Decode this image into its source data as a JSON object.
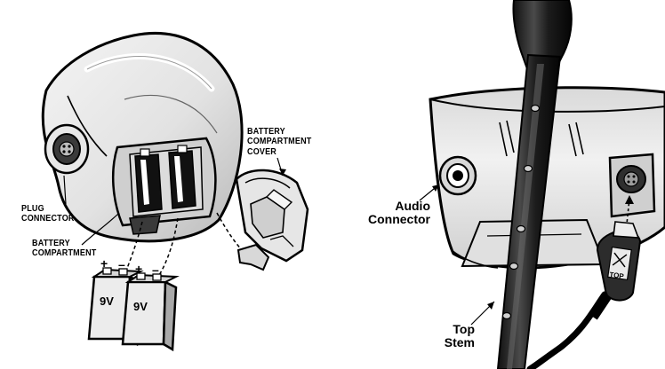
{
  "labels": {
    "plug_connector": [
      "PLUG",
      "CONNECTOR"
    ],
    "battery_compartment": [
      "BATTERY",
      "COMPARTMENT"
    ],
    "battery_compartment_cover": [
      "BATTERY",
      "COMPARTMENT",
      "COVER"
    ],
    "audio_connector": [
      "Audio",
      "Connector"
    ],
    "top_stem": [
      "Top",
      "Stem"
    ]
  },
  "battery_markings": {
    "plus": "+",
    "minus": "–",
    "voltage": "9V"
  },
  "cable_tag": "TOP"
}
